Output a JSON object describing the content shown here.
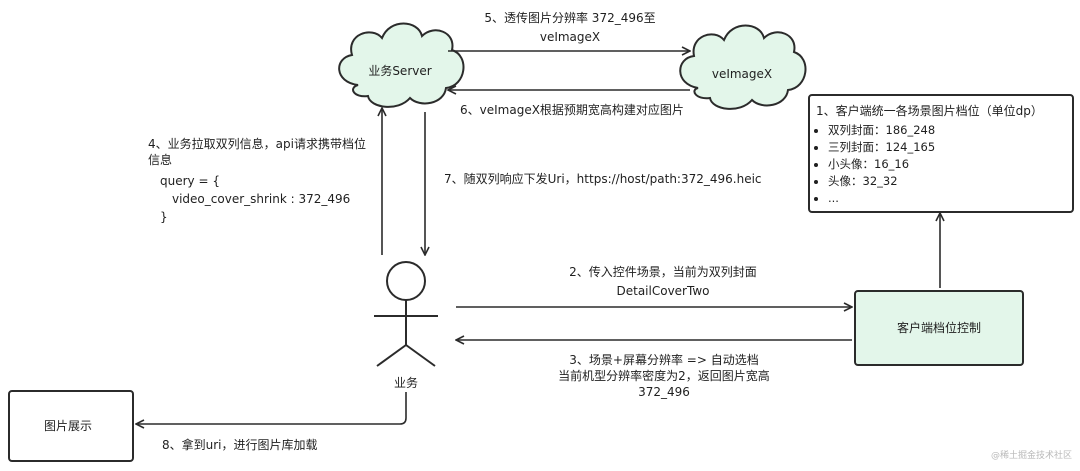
{
  "nodes": {
    "biz_server": "业务Server",
    "veimagex": "veImageX",
    "client_control": "客户端档位控制",
    "image_display": "图片展示",
    "actor": "业务"
  },
  "tiers": {
    "title": "1、客户端统一各场景图片档位（单位dp）",
    "items": [
      "双列封面：186_248",
      "三列封面：124_165",
      "小头像：16_16",
      "头像：32_32",
      "..."
    ]
  },
  "edges": {
    "e2": [
      "2、传入控件场景，当前为双列封面",
      "DetailCoverTwo"
    ],
    "e3": [
      "3、场景+屏幕分辨率 => 自动选档",
      "当前机型分辨率密度为2，返回图片宽高",
      "372_496"
    ],
    "e4": [
      "4、业务拉取双列信息，api请求携带档位",
      "信息"
    ],
    "e4_code": [
      "query = {",
      "video_cover_shrink : 372_496",
      "}"
    ],
    "e5": [
      "5、透传图片分辨率 372_496至",
      "veImageX"
    ],
    "e6": "6、veImageX根据预期宽高构建对应图片",
    "e7": "7、随双列响应下发Uri，https://host/path:372_496.heic",
    "e8": "8、拿到uri，进行图片库加载"
  },
  "watermark": "@稀土掘金技术社区"
}
